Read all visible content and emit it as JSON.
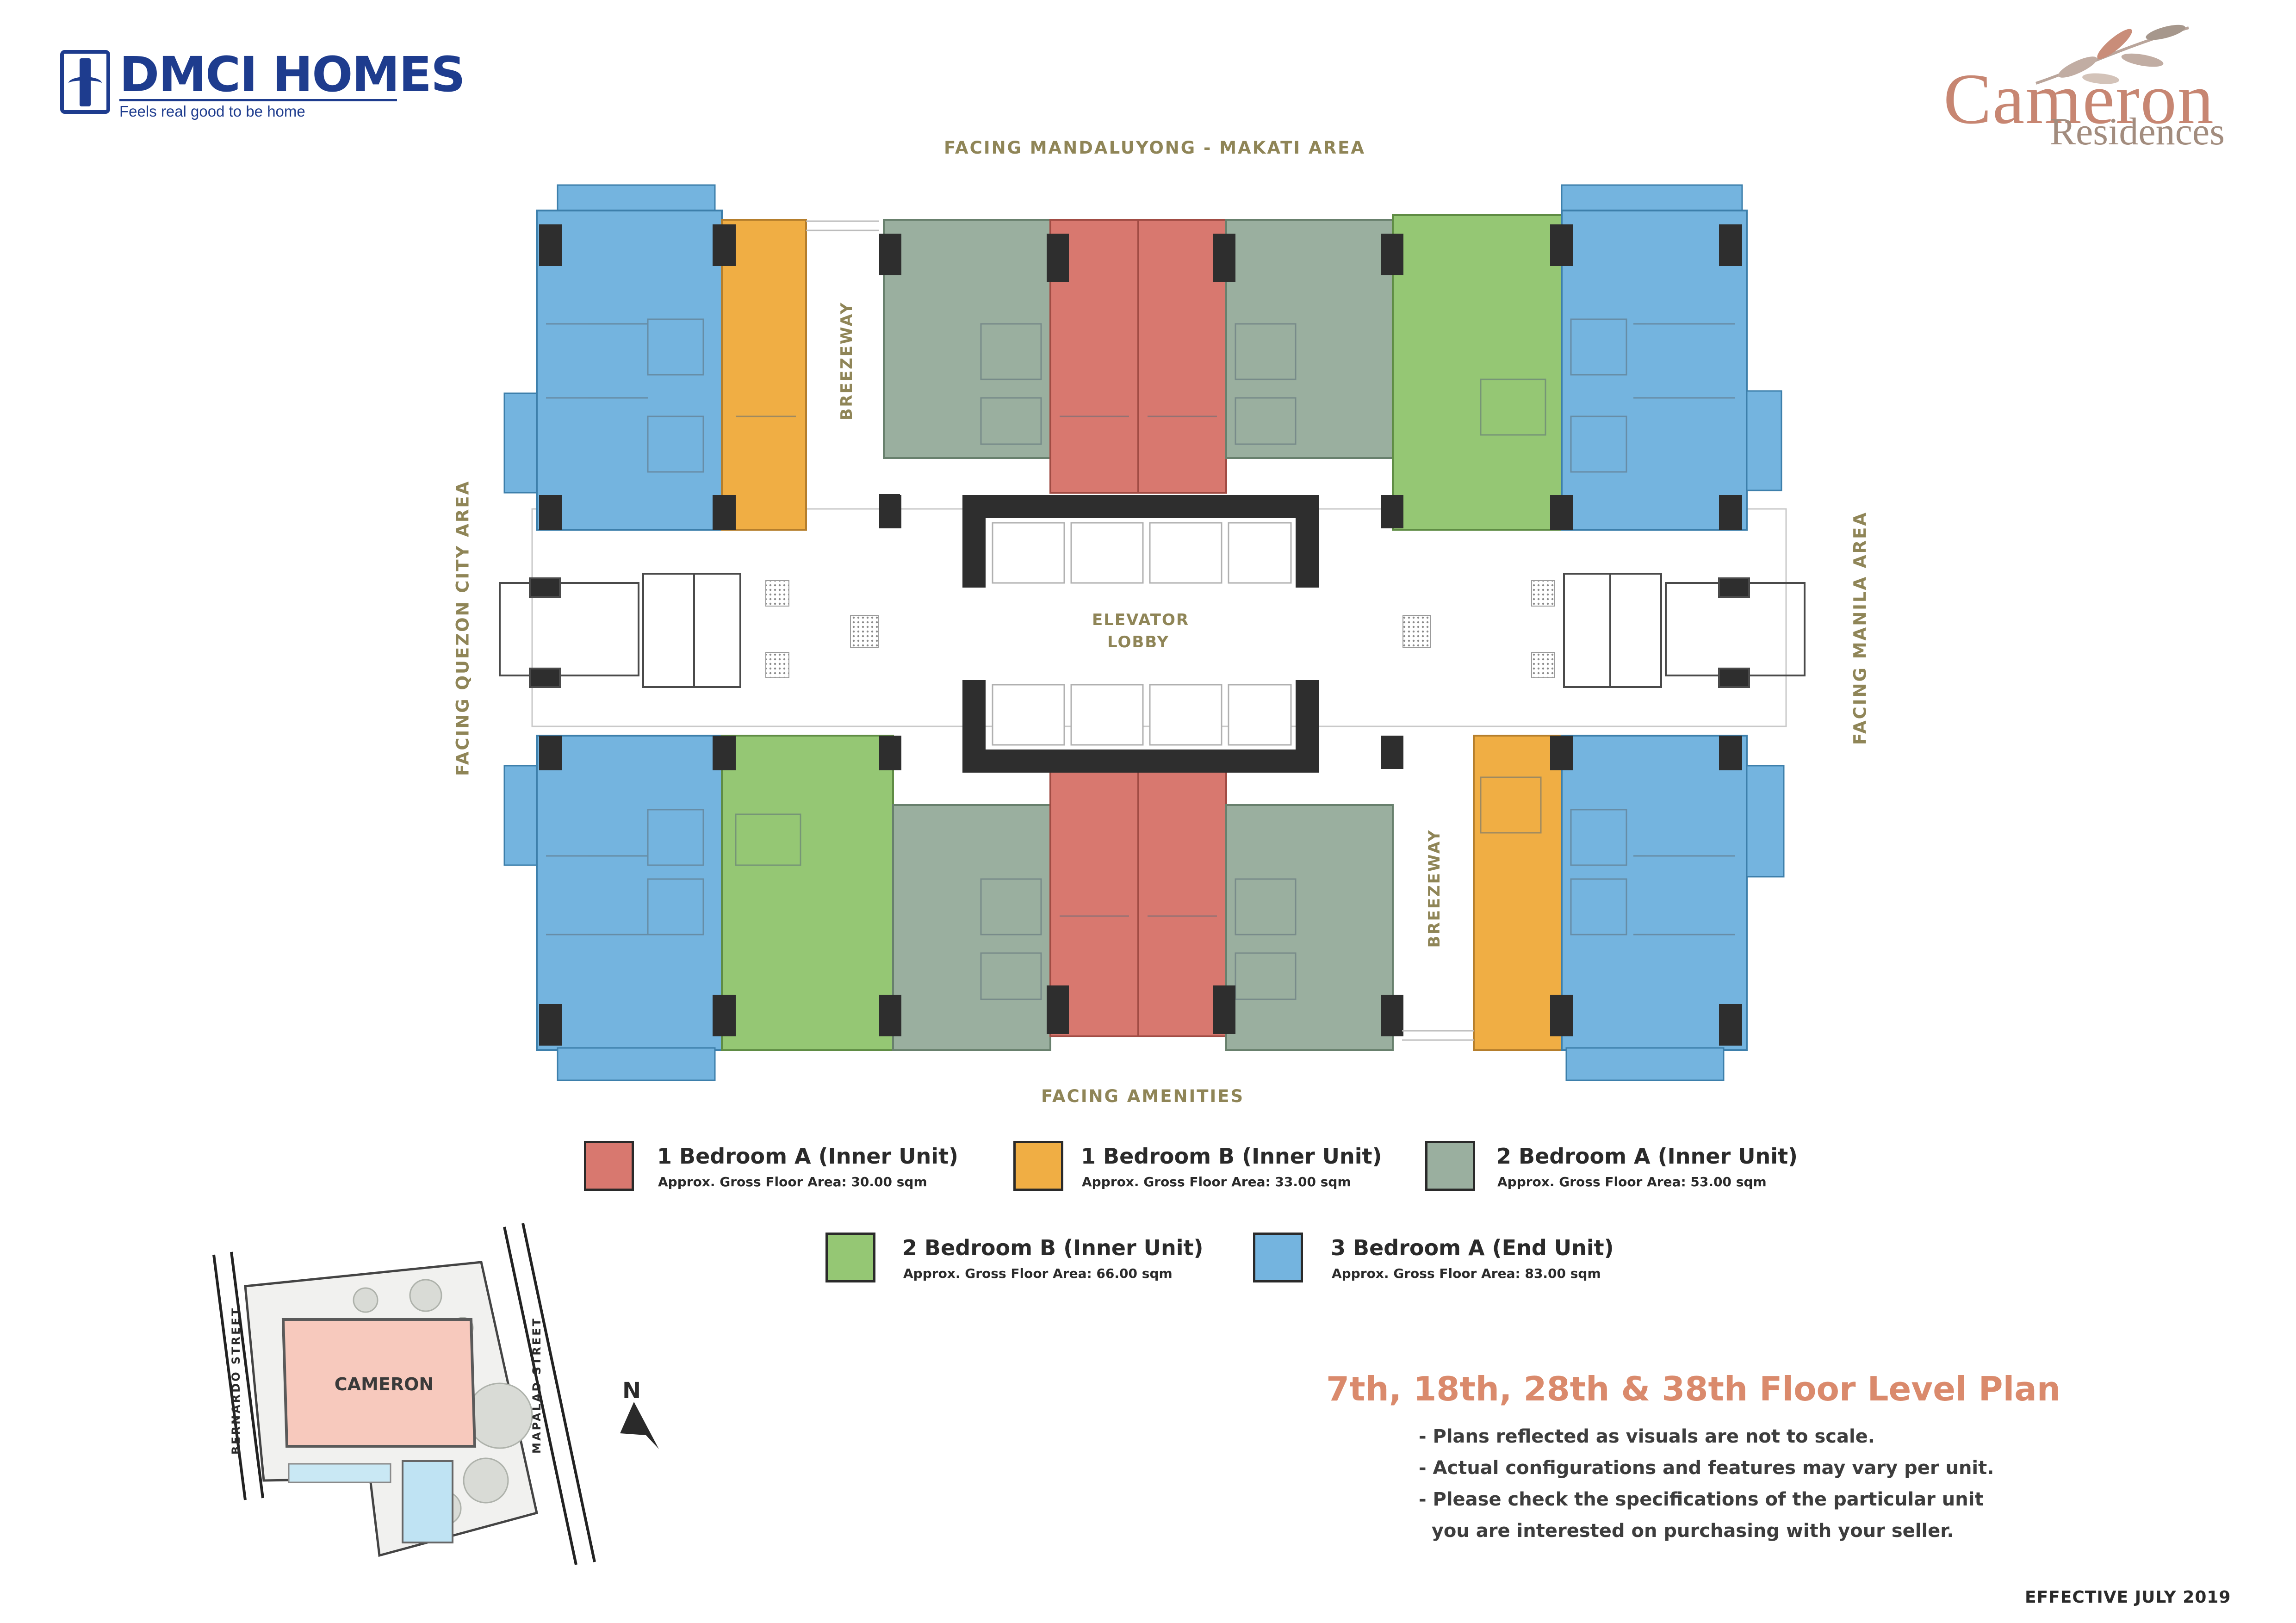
{
  "brand": {
    "developer_name": "DMCI HOMES",
    "developer_tagline": "Feels real good to be home",
    "project_name_line1": "Cameron",
    "project_name_line2": "Residences"
  },
  "facings": {
    "top": "FACING MANDALUYONG - MAKATI AREA",
    "bottom": "FACING AMENITIES",
    "left": "FACING QUEZON CITY AREA",
    "right": "FACING MANILA AREA"
  },
  "plan_labels": {
    "breezeway_upper": "BREEZEWAY",
    "breezeway_lower": "BREEZEWAY",
    "elevator_lobby_line1": "ELEVATOR",
    "elevator_lobby_line2": "LOBBY"
  },
  "colors": {
    "one_bedroom_a": "#d8786f",
    "one_bedroom_b": "#f0ae44",
    "two_bedroom_a": "#9aaf9f",
    "two_bedroom_b": "#95c774",
    "three_bedroom_a": "#74b4df",
    "core": "#2e2e2e",
    "accent_title": "#da8a6c",
    "facing_label": "#8f8557"
  },
  "legend": [
    {
      "name": "1 Bedroom A (Inner Unit)",
      "area": "Approx. Gross Floor Area: 30.00 sqm",
      "color": "#d8786f"
    },
    {
      "name": "1 Bedroom B (Inner Unit)",
      "area": "Approx. Gross Floor Area: 33.00 sqm",
      "color": "#f0ae44"
    },
    {
      "name": "2 Bedroom A (Inner Unit)",
      "area": "Approx. Gross Floor Area: 53.00 sqm",
      "color": "#9aaf9f"
    },
    {
      "name": "2 Bedroom B (Inner Unit)",
      "area": "Approx. Gross Floor Area: 66.00 sqm",
      "color": "#95c774"
    },
    {
      "name": "3 Bedroom A (End Unit)",
      "area": "Approx. Gross Floor Area: 83.00 sqm",
      "color": "#74b4df"
    }
  ],
  "site_map": {
    "building_label": "CAMERON",
    "street_left": "BERNARDO STREET",
    "street_right": "MAPALAD STREET",
    "north_label": "N"
  },
  "plan_info": {
    "title": "7th, 18th, 28th & 38th Floor Level Plan",
    "notes": [
      "- Plans reflected as visuals are not to scale.",
      "- Actual configurations and features may vary per unit.",
      "- Please check the specifications of the particular unit",
      "  you are interested on purchasing with your seller."
    ],
    "effective": "EFFECTIVE JULY 2019"
  }
}
